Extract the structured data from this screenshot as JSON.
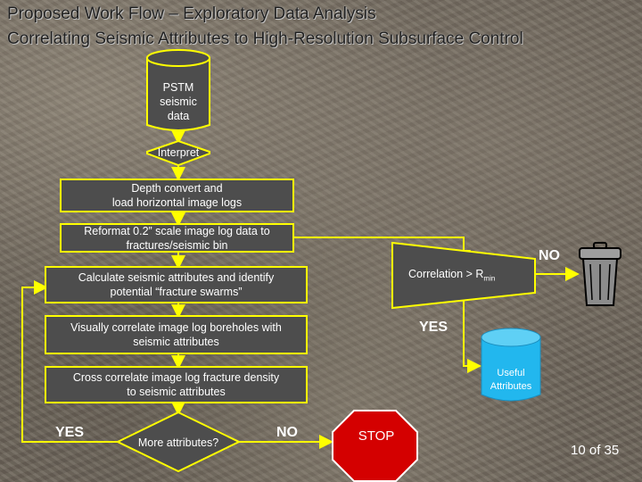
{
  "title": {
    "line1": "Proposed Work Flow – Exploratory Data Analysis",
    "line2": "Correlating Seismic Attributes to High-Resolution Subsurface Control"
  },
  "flow": {
    "pstm": [
      "PSTM",
      "seismic",
      "data"
    ],
    "interpret": "Interpret",
    "depth_convert": [
      "Depth convert and",
      "load horizontal image logs"
    ],
    "reformat": [
      "Reformat 0.2” scale image log data to",
      "fractures/seismic bin"
    ],
    "calculate": [
      "Calculate seismic attributes and identify",
      "potential “fracture swarms”"
    ],
    "visually": [
      "Visually correlate image log boreholes with",
      "seismic attributes"
    ],
    "cross": [
      "Cross correlate image log fracture density",
      "to seismic attributes"
    ],
    "more_attributes": "More attributes?",
    "yes_left": "YES",
    "no_bottom": "NO",
    "stop": "STOP",
    "correlation_prefix": "Correlation > R",
    "correlation_sub": "min",
    "no_right": "NO",
    "yes_right": "YES",
    "useful": [
      "Useful",
      "Attributes"
    ]
  },
  "page": "10 of 35",
  "colors": {
    "box_border": "#ffff00",
    "box_fill": "#4d4d4d",
    "arrow": "#ffff00",
    "stop": "#d40000",
    "useful": "#22b7ee",
    "trash": "#8c8c8c"
  }
}
